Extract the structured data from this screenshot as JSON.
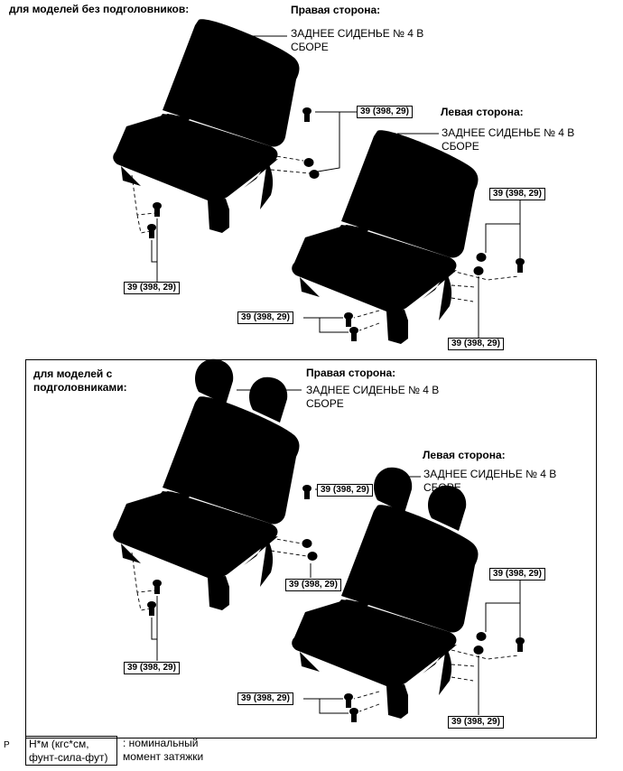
{
  "section_top": {
    "title": "для моделей без подголовников:",
    "right_side_label": "Правая сторона:",
    "right_part_name": [
      "ЗАДНЕЕ СИДЕНЬЕ № 4 В",
      "СБОРЕ"
    ],
    "left_side_label": "Левая сторона:",
    "left_part_name": [
      "ЗАДНЕЕ СИДЕНЬЕ № 4 В",
      "СБОРЕ"
    ]
  },
  "section_bottom": {
    "title": [
      "для моделей с",
      "подголовниками:"
    ],
    "right_side_label": "Правая сторона:",
    "right_part_name": [
      "ЗАДНЕЕ СИДЕНЬЕ № 4 В",
      "СБОРЕ"
    ],
    "left_side_label": "Левая сторона:",
    "left_part_name": [
      "ЗАДНЕЕ СИДЕНЬЕ № 4 В",
      "СБОРЕ"
    ]
  },
  "torque_value": "39 (398, 29)",
  "legend": {
    "box_lines": [
      "Н*м (кгс*см,",
      "фунт-сила-фут)"
    ],
    "description_lines": [
      ": номинальный",
      "момент затяжки"
    ]
  },
  "corner_mark": "P"
}
